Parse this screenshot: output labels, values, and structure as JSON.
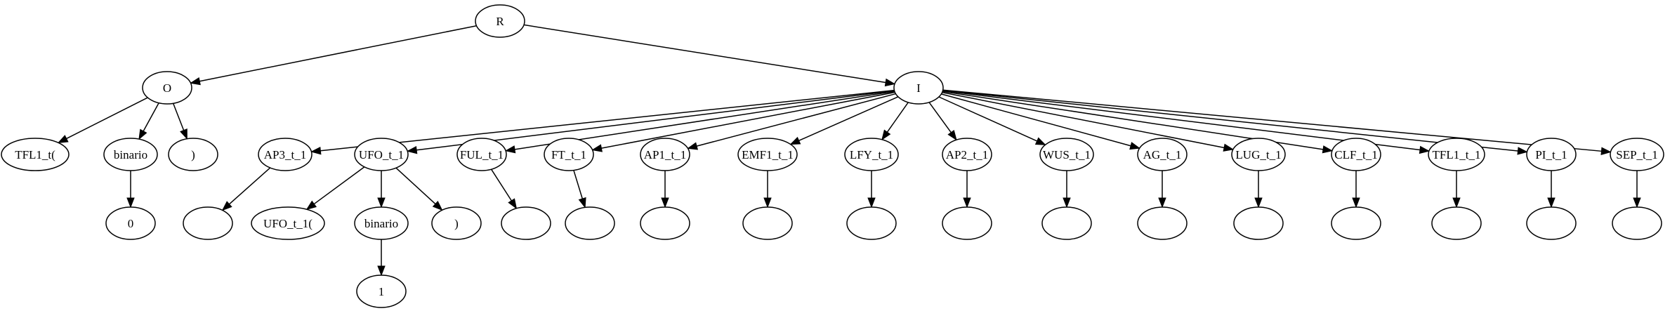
{
  "tree": {
    "nodes": [
      {
        "id": "R",
        "label": "R"
      },
      {
        "id": "O",
        "label": "O"
      },
      {
        "id": "I",
        "label": "I"
      },
      {
        "id": "TFL1_t_open",
        "label": "TFL1_t("
      },
      {
        "id": "binario_0",
        "label": "binario"
      },
      {
        "id": "paren_0",
        "label": ")"
      },
      {
        "id": "zero",
        "label": "0"
      },
      {
        "id": "AP3_t_1",
        "label": "AP3_t_1"
      },
      {
        "id": "UFO_t_1",
        "label": "UFO_t_1"
      },
      {
        "id": "FUL_t_1",
        "label": "FUL_t_1"
      },
      {
        "id": "FT_t_1",
        "label": "FT_t_1"
      },
      {
        "id": "AP1_t_1",
        "label": "AP1_t_1"
      },
      {
        "id": "EMF1_t_1",
        "label": "EMF1_t_1"
      },
      {
        "id": "LFY_t_1",
        "label": "LFY_t_1"
      },
      {
        "id": "AP2_t_1",
        "label": "AP2_t_1"
      },
      {
        "id": "WUS_t_1",
        "label": "WUS_t_1"
      },
      {
        "id": "AG_t_1",
        "label": "AG_t_1"
      },
      {
        "id": "LUG_t_1",
        "label": "LUG_t_1"
      },
      {
        "id": "CLF_t_1",
        "label": "CLF_t_1"
      },
      {
        "id": "TFL1_t_1",
        "label": "TFL1_t_1"
      },
      {
        "id": "PI_t_1",
        "label": "PI_t_1"
      },
      {
        "id": "SEP_t_1",
        "label": "SEP_t_1"
      },
      {
        "id": "AP3_child",
        "label": ""
      },
      {
        "id": "UFO_t_1_open",
        "label": "UFO_t_1("
      },
      {
        "id": "binario_1",
        "label": "binario"
      },
      {
        "id": "paren_1",
        "label": ")"
      },
      {
        "id": "one",
        "label": "1"
      },
      {
        "id": "FUL_child",
        "label": ""
      },
      {
        "id": "FT_child",
        "label": ""
      },
      {
        "id": "AP1_child",
        "label": ""
      },
      {
        "id": "EMF1_child",
        "label": ""
      },
      {
        "id": "LFY_child",
        "label": ""
      },
      {
        "id": "AP2_child",
        "label": ""
      },
      {
        "id": "WUS_child",
        "label": ""
      },
      {
        "id": "AG_child",
        "label": ""
      },
      {
        "id": "LUG_child",
        "label": ""
      },
      {
        "id": "CLF_child",
        "label": ""
      },
      {
        "id": "TFL1_child",
        "label": ""
      },
      {
        "id": "PI_child",
        "label": ""
      },
      {
        "id": "SEP_child",
        "label": ""
      }
    ],
    "edges": [
      {
        "from": "R",
        "to": "O"
      },
      {
        "from": "R",
        "to": "I"
      },
      {
        "from": "O",
        "to": "TFL1_t_open"
      },
      {
        "from": "O",
        "to": "binario_0"
      },
      {
        "from": "O",
        "to": "paren_0"
      },
      {
        "from": "binario_0",
        "to": "zero"
      },
      {
        "from": "I",
        "to": "AP3_t_1"
      },
      {
        "from": "I",
        "to": "UFO_t_1"
      },
      {
        "from": "I",
        "to": "FUL_t_1"
      },
      {
        "from": "I",
        "to": "FT_t_1"
      },
      {
        "from": "I",
        "to": "AP1_t_1"
      },
      {
        "from": "I",
        "to": "EMF1_t_1"
      },
      {
        "from": "I",
        "to": "LFY_t_1"
      },
      {
        "from": "I",
        "to": "AP2_t_1"
      },
      {
        "from": "I",
        "to": "WUS_t_1"
      },
      {
        "from": "I",
        "to": "AG_t_1"
      },
      {
        "from": "I",
        "to": "LUG_t_1"
      },
      {
        "from": "I",
        "to": "CLF_t_1"
      },
      {
        "from": "I",
        "to": "TFL1_t_1"
      },
      {
        "from": "I",
        "to": "PI_t_1"
      },
      {
        "from": "I",
        "to": "SEP_t_1"
      },
      {
        "from": "AP3_t_1",
        "to": "AP3_child"
      },
      {
        "from": "UFO_t_1",
        "to": "UFO_t_1_open"
      },
      {
        "from": "UFO_t_1",
        "to": "binario_1"
      },
      {
        "from": "UFO_t_1",
        "to": "paren_1"
      },
      {
        "from": "binario_1",
        "to": "one"
      },
      {
        "from": "FUL_t_1",
        "to": "FUL_child"
      },
      {
        "from": "FT_t_1",
        "to": "FT_child"
      },
      {
        "from": "AP1_t_1",
        "to": "AP1_child"
      },
      {
        "from": "EMF1_t_1",
        "to": "EMF1_child"
      },
      {
        "from": "LFY_t_1",
        "to": "LFY_child"
      },
      {
        "from": "AP2_t_1",
        "to": "AP2_child"
      },
      {
        "from": "WUS_t_1",
        "to": "WUS_child"
      },
      {
        "from": "AG_t_1",
        "to": "AG_child"
      },
      {
        "from": "LUG_t_1",
        "to": "LUG_child"
      },
      {
        "from": "CLF_t_1",
        "to": "CLF_child"
      },
      {
        "from": "TFL1_t_1",
        "to": "TFL1_child"
      },
      {
        "from": "PI_t_1",
        "to": "PI_child"
      },
      {
        "from": "SEP_t_1",
        "to": "SEP_child"
      }
    ]
  }
}
